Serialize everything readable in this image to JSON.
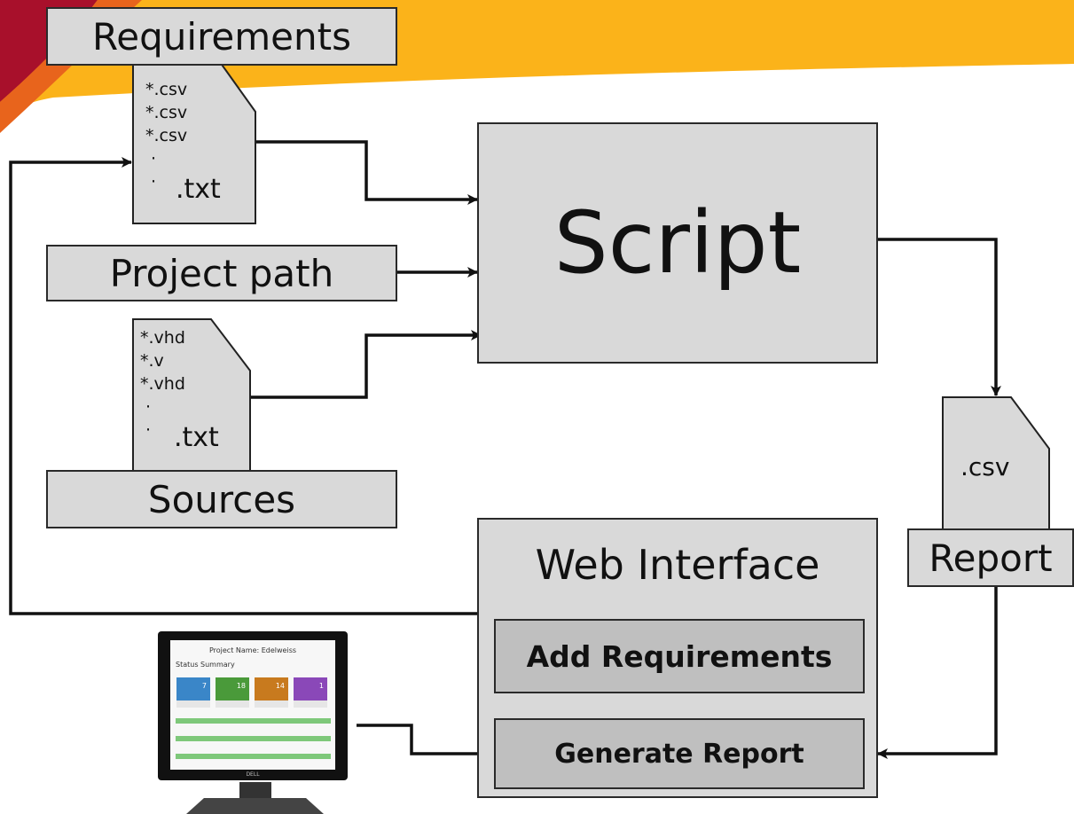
{
  "colors": {
    "banner_red": "#a8102b",
    "banner_orange": "#e8641c",
    "banner_gold": "#fbb31a",
    "box_fill": "#d9d9d9",
    "button_fill": "#bfbfbf",
    "stroke": "#111111"
  },
  "requirements": {
    "label": "Requirements",
    "files": [
      "*.csv",
      "*.csv",
      "*.csv",
      "·",
      "·"
    ],
    "ext": ".txt"
  },
  "project_path": {
    "label": "Project path"
  },
  "sources": {
    "label": "Sources",
    "files": [
      "*.vhd",
      "*.v",
      "*.vhd",
      "·",
      "·"
    ],
    "ext": ".txt"
  },
  "script": {
    "label": "Script"
  },
  "report": {
    "label": "Report",
    "ext": ".csv"
  },
  "web_interface": {
    "label": "Web Interface",
    "add_button": "Add Requirements",
    "generate_button": "Generate Report"
  },
  "monitor": {
    "project_name": "Project Name: Edelweiss",
    "status_summary": "Status Summary",
    "brand": "DELL",
    "tiles": [
      {
        "count": "7",
        "color": "#3a86c8"
      },
      {
        "count": "18",
        "color": "#4a9a3a"
      },
      {
        "count": "14",
        "color": "#c87a1e"
      },
      {
        "count": "1",
        "color": "#8a48b8"
      }
    ]
  }
}
